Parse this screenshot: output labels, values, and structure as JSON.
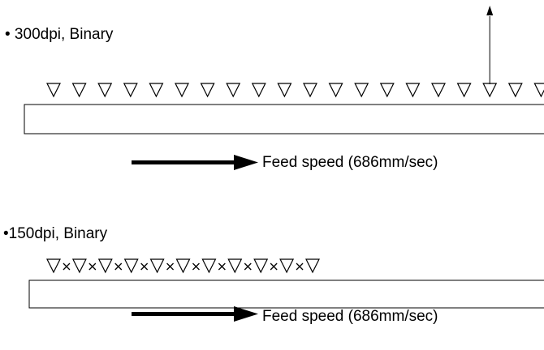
{
  "section_300dpi": {
    "label": "• 300dpi, Binary",
    "feed_label": "Feed speed (686mm/sec)",
    "nozzles": [
      "active",
      "active",
      "active",
      "active",
      "active",
      "active",
      "active",
      "active",
      "active",
      "active",
      "active",
      "active",
      "active",
      "active",
      "active",
      "active",
      "active",
      "active",
      "active",
      "active"
    ],
    "ejecting_nozzle_index": 17
  },
  "section_150dpi": {
    "label": "•150dpi, Binary",
    "feed_label": "Feed speed (686mm/sec)",
    "nozzles": [
      "active",
      "inactive",
      "active",
      "inactive",
      "active",
      "inactive",
      "active",
      "inactive",
      "active",
      "inactive",
      "active",
      "inactive",
      "active",
      "inactive",
      "active",
      "inactive",
      "active",
      "inactive",
      "active",
      "inactive",
      "active"
    ]
  },
  "icons": {
    "active": "down-triangle-icon",
    "inactive": "cross-icon"
  }
}
